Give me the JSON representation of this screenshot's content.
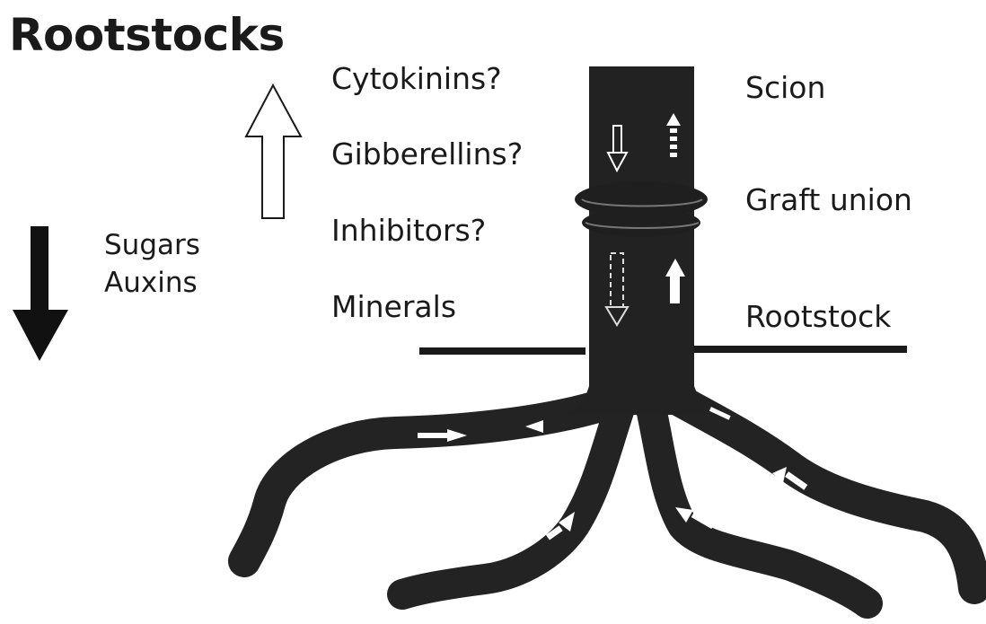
{
  "title": "Rootstocks",
  "upward_signals": [
    "Cytokinins?",
    "Gibberellins?",
    "Inhibitors?",
    "Minerals"
  ],
  "downward_signals": [
    "Sugars",
    "Auxins"
  ],
  "plant_parts": {
    "scion": "Scion",
    "graft_union": "Graft union",
    "rootstock": "Rootstock"
  },
  "colors": {
    "ink": "#1a1a1a",
    "stem": "#222222",
    "background": "#ffffff"
  },
  "icons": {
    "up_arrow": "hollow-up-arrow-icon",
    "down_arrow": "solid-down-arrow-icon"
  }
}
